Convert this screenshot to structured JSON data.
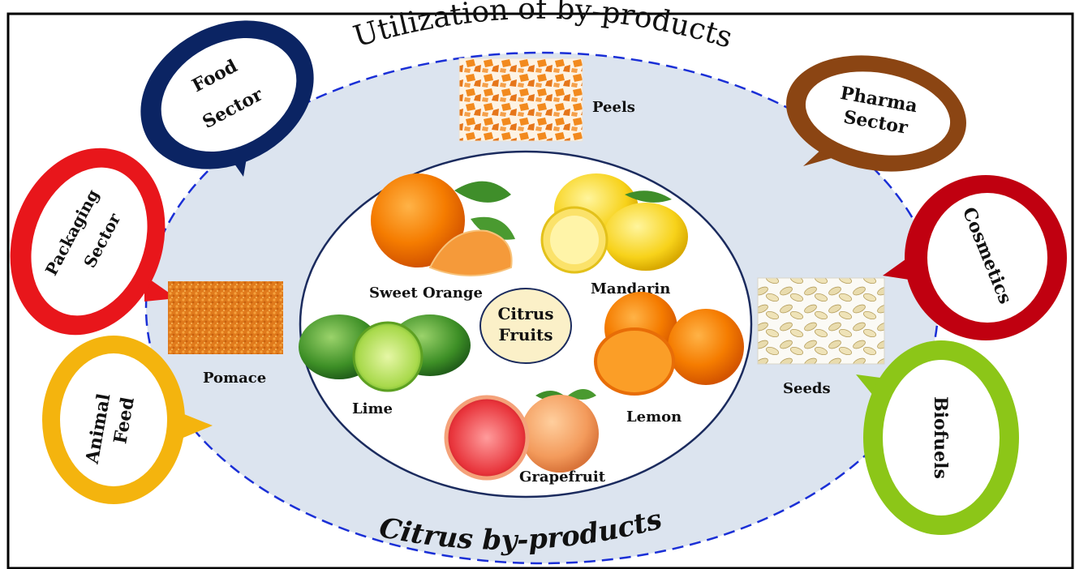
{
  "title_top": "Utilization of by-products",
  "title_bottom": "Citrus by-products",
  "center": {
    "line1": "Citrus",
    "line2": "Fruits"
  },
  "fruits": {
    "sweet_orange": "Sweet Orange",
    "mandarin": "Mandarin",
    "lime": "Lime",
    "lemon": "Lemon",
    "grapefruit": "Grapefruit"
  },
  "byproducts": {
    "peels": "Peels",
    "pomace": "Pomace",
    "seeds": "Seeds"
  },
  "sectors": {
    "food": {
      "line1": "Food",
      "line2": "Sector",
      "color": "#0b2463"
    },
    "packaging": {
      "line1": "Packaging",
      "line2": "Sector",
      "color": "#e8161b"
    },
    "animal_feed": {
      "line1": "Animal",
      "line2": "Feed",
      "color": "#f4b40e"
    },
    "pharma": {
      "line1": "Pharma",
      "line2": "Sector",
      "color": "#8b4513"
    },
    "cosmetics": {
      "line1": "Cosmetics",
      "color": "#c00010"
    },
    "biofuels": {
      "line1": "Biofuels",
      "color": "#8cc618"
    }
  },
  "colors": {
    "outer_fill": "#dce4ef",
    "dashed_border": "#1a2fd6",
    "inner_border": "#1b2b5e",
    "center_fill": "#fbf0c8"
  }
}
